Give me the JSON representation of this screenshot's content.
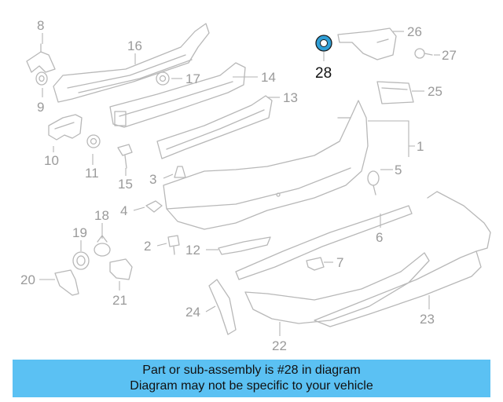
{
  "diagram": {
    "highlighted_part": "28",
    "part_numbers": [
      "1",
      "2",
      "3",
      "4",
      "5",
      "6",
      "7",
      "8",
      "9",
      "10",
      "11",
      "12",
      "13",
      "14",
      "15",
      "16",
      "17",
      "18",
      "19",
      "20",
      "21",
      "22",
      "23",
      "24",
      "25",
      "26",
      "27",
      "28"
    ],
    "highlight_color": "#2f9fd6",
    "line_color": "#b8b8b8"
  },
  "caption": {
    "line1": "Part or sub-assembly is #28 in diagram",
    "line2": "Diagram may not be specific to your vehicle",
    "background": "#5bc1f3"
  }
}
